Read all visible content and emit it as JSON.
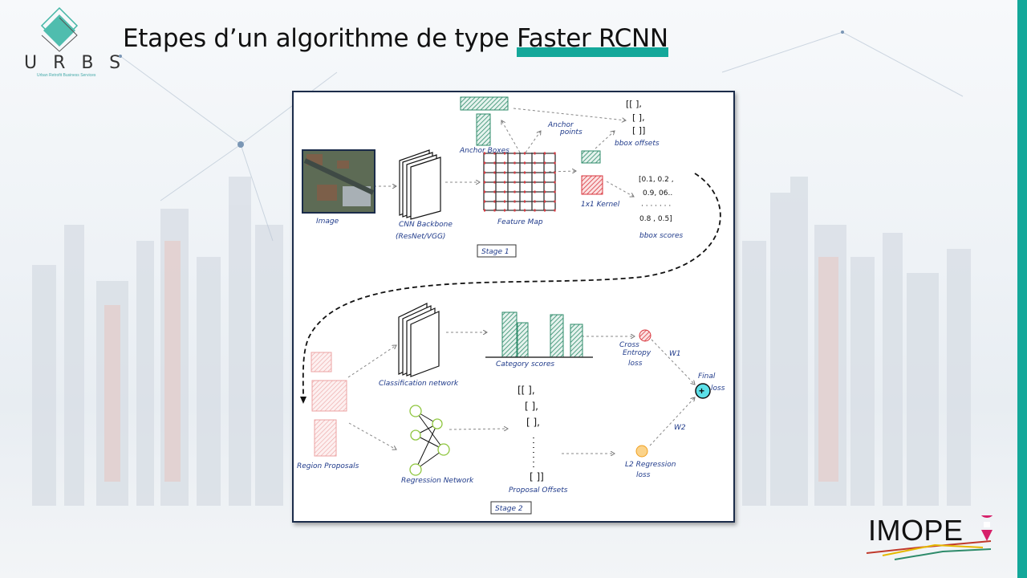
{
  "slide": {
    "title_main": "Etapes d’un algorithme de type ",
    "title_highlight": "Faster RCNN"
  },
  "logo_left": {
    "letters": "URBS",
    "subtitle": "Urban Retrofit Business Services"
  },
  "logo_right": {
    "text": "IMOPE"
  },
  "colors": {
    "accent": "#14a89a",
    "frame": "#1b2c4a",
    "ink": "#1f3a8a",
    "green": "#2e8b6a",
    "red": "#d9363e"
  },
  "diagram": {
    "stage1": {
      "image": "Image",
      "backbone": "CNN Backbone",
      "backbone_sub": "(ResNet/VGG)",
      "feature_map": "Feature Map",
      "anchor_boxes": "Anchor Boxes",
      "anchor_points": "Anchor",
      "anchor_points2": "points",
      "kernel": "1x1 Kernel",
      "offsets_rows": [
        "[[   ],",
        "[   ],",
        "[   ]]"
      ],
      "bbox_offsets": "bbox offsets",
      "scores_rows": [
        "[0.1, 0.2 ,",
        "0.9, 06..",
        "· · · · · · ·",
        "0.8 , 0.5]"
      ],
      "bbox_scores": "bbox scores",
      "label": "Stage 1"
    },
    "stage2": {
      "region_proposals": "Region Proposals",
      "classification": "Classification network",
      "regression": "Regression Network",
      "category_scores": "Category scores",
      "ce1": "Cross",
      "ce2": "Entropy",
      "ce3": "loss",
      "w1": "W1",
      "w2": "W2",
      "final1": "Final",
      "final2": "loss",
      "l2a": "L2 Regression",
      "l2b": "loss",
      "proposal_rows": [
        "[[    ],",
        "[    ],",
        "[    ],",
        "[    ]]"
      ],
      "proposal_offsets": "Proposal Offsets",
      "label": "Stage 2"
    }
  }
}
